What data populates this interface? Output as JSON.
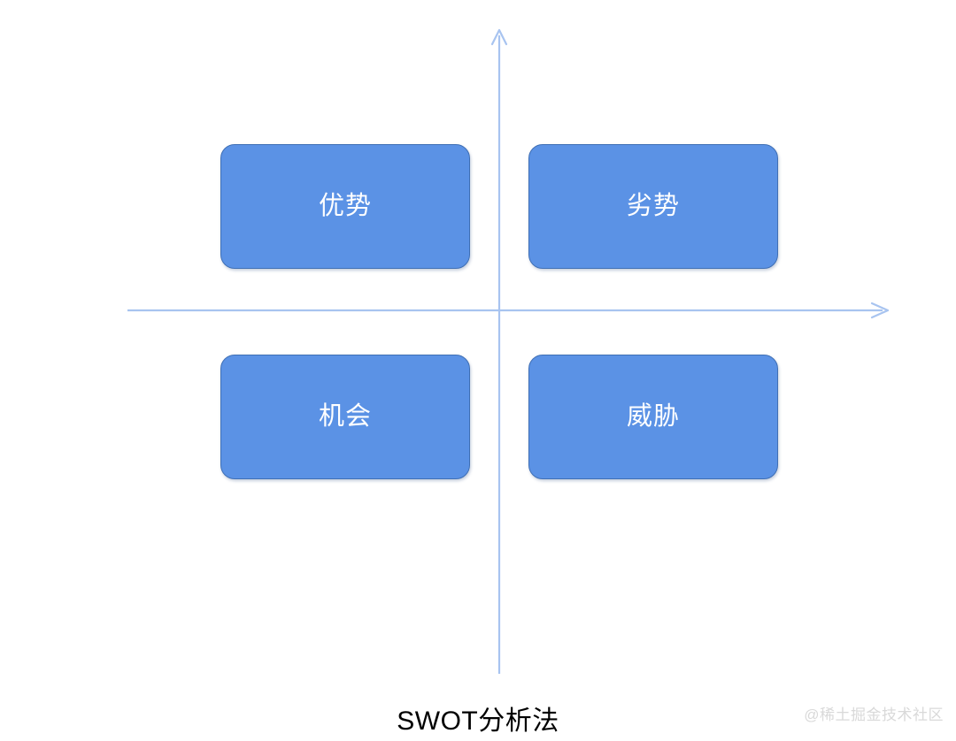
{
  "diagram": {
    "title": "SWOT分析法",
    "watermark": "@稀土掘金技术社区",
    "colors": {
      "box_fill": "#5B92E5",
      "box_border": "#3F6FB5",
      "box_text": "#FFFFFF",
      "axis": "#A8C4F0",
      "caption_text": "#000000",
      "watermark_text": "#D9D9D9",
      "background": "#FFFFFF"
    },
    "axes": {
      "vertical_label": "",
      "horizontal_label": "",
      "vertical_arrow_direction": "up",
      "horizontal_arrow_direction": "right"
    },
    "quadrants": [
      {
        "id": "strengths",
        "label": "优势",
        "position": "top-left"
      },
      {
        "id": "weaknesses",
        "label": "劣势",
        "position": "top-right"
      },
      {
        "id": "opportunities",
        "label": "机会",
        "position": "bottom-left"
      },
      {
        "id": "threats",
        "label": "威胁",
        "position": "bottom-right"
      }
    ]
  },
  "chart_data": {
    "type": "diagram",
    "title": "SWOT分析法",
    "categories": [
      "优势",
      "劣势",
      "机会",
      "威胁"
    ],
    "layout": "2x2 quadrant matrix on crossed axes",
    "xlabel": "",
    "ylabel": "",
    "grid": false,
    "legend": "none"
  }
}
